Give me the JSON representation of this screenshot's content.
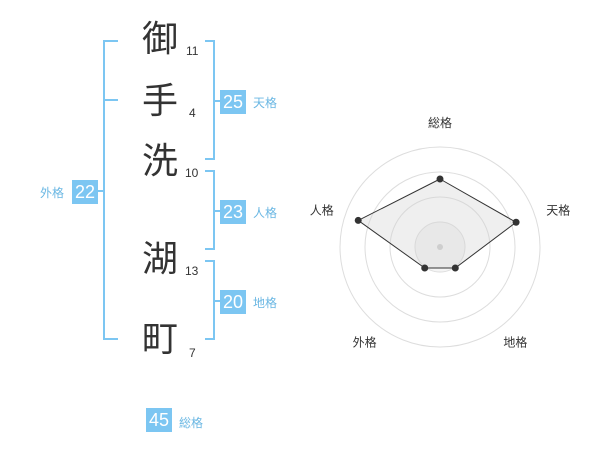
{
  "name": {
    "chars": [
      {
        "char": "御",
        "strokes": "11"
      },
      {
        "char": "手",
        "strokes": "4"
      },
      {
        "char": "洗",
        "strokes": "10"
      },
      {
        "char": "湖",
        "strokes": "13"
      },
      {
        "char": "町",
        "strokes": "7"
      }
    ]
  },
  "kaku": {
    "tenkaku": {
      "value": "25",
      "label": "天格"
    },
    "jinkaku": {
      "value": "23",
      "label": "人格"
    },
    "chikaku": {
      "value": "20",
      "label": "地格"
    },
    "gaikaku": {
      "value": "22",
      "label": "外格"
    },
    "soukaku": {
      "value": "45",
      "label": "総格"
    }
  },
  "colors": {
    "accent": "#7cc6f2",
    "accent_text": "#6ab7e3"
  },
  "chart_data": {
    "type": "radar",
    "axes": [
      "総格",
      "天格",
      "地格",
      "外格",
      "人格"
    ],
    "values": [
      0.68,
      0.8,
      0.26,
      0.26,
      0.86
    ],
    "range": [
      0,
      1
    ],
    "rings": 4
  }
}
